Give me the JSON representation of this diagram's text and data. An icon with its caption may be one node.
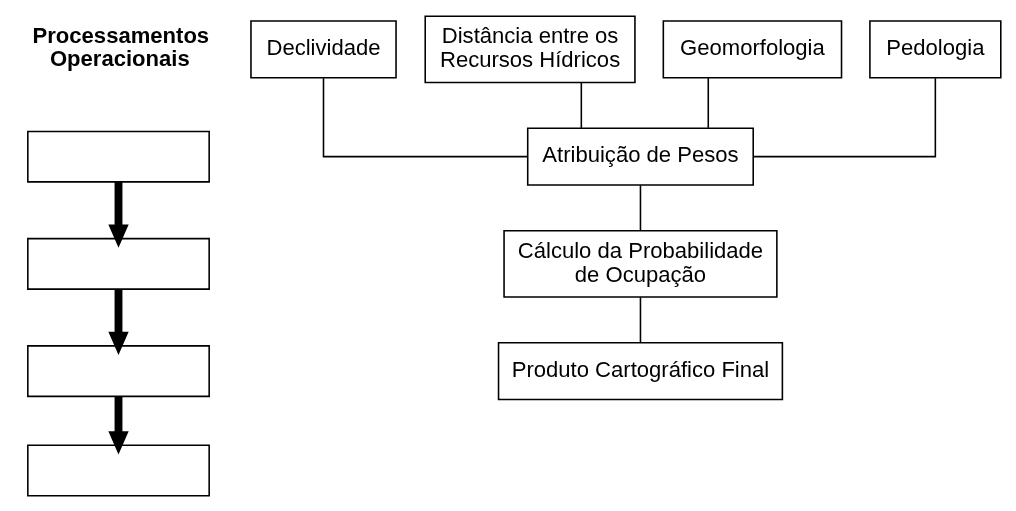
{
  "diagram": {
    "nodes": [
      {
        "text": [],
        "shape": "box"
      },
      {
        "text": [],
        "shape": "box"
      },
      {
        "text": [],
        "shape": "box"
      },
      {
        "text": [],
        "shape": "box"
      },
      {
        "text": [
          "Declividade"
        ]
      },
      {
        "text": [
          "Distância entre os Recursos Hídricos"
        ]
      },
      {
        "text": [
          "Geomorfologia"
        ]
      },
      {
        "text": [
          "Pedologia"
        ]
      },
      {
        "text": [
          "Atribuição de Pesos"
        ]
      },
      {
        "text": [
          "Cálculo da Probabilidade de Ocupação"
        ]
      },
      {
        "text": [
          "Produto Cartográfico Final"
        ]
      }
    ],
    "edges": [
      {
        "from": 0,
        "to": 1,
        "arrow": "to",
        "style": "thick"
      },
      {
        "from": 1,
        "to": 2,
        "arrow": "to",
        "style": "thick"
      },
      {
        "from": 2,
        "to": 3,
        "arrow": "to",
        "style": "thick"
      },
      {
        "from": 4,
        "to": 8,
        "arrow": "none"
      },
      {
        "from": 5,
        "to": 8,
        "arrow": "none"
      },
      {
        "from": 6,
        "to": 8,
        "arrow": "none"
      },
      {
        "from": 7,
        "to": 8,
        "arrow": "none"
      },
      {
        "from": 8,
        "to": 9,
        "arrow": "none"
      },
      {
        "from": 9,
        "to": 10,
        "arrow": "none"
      }
    ],
    "labels": [
      "Processamentos Operacionais"
    ]
  }
}
